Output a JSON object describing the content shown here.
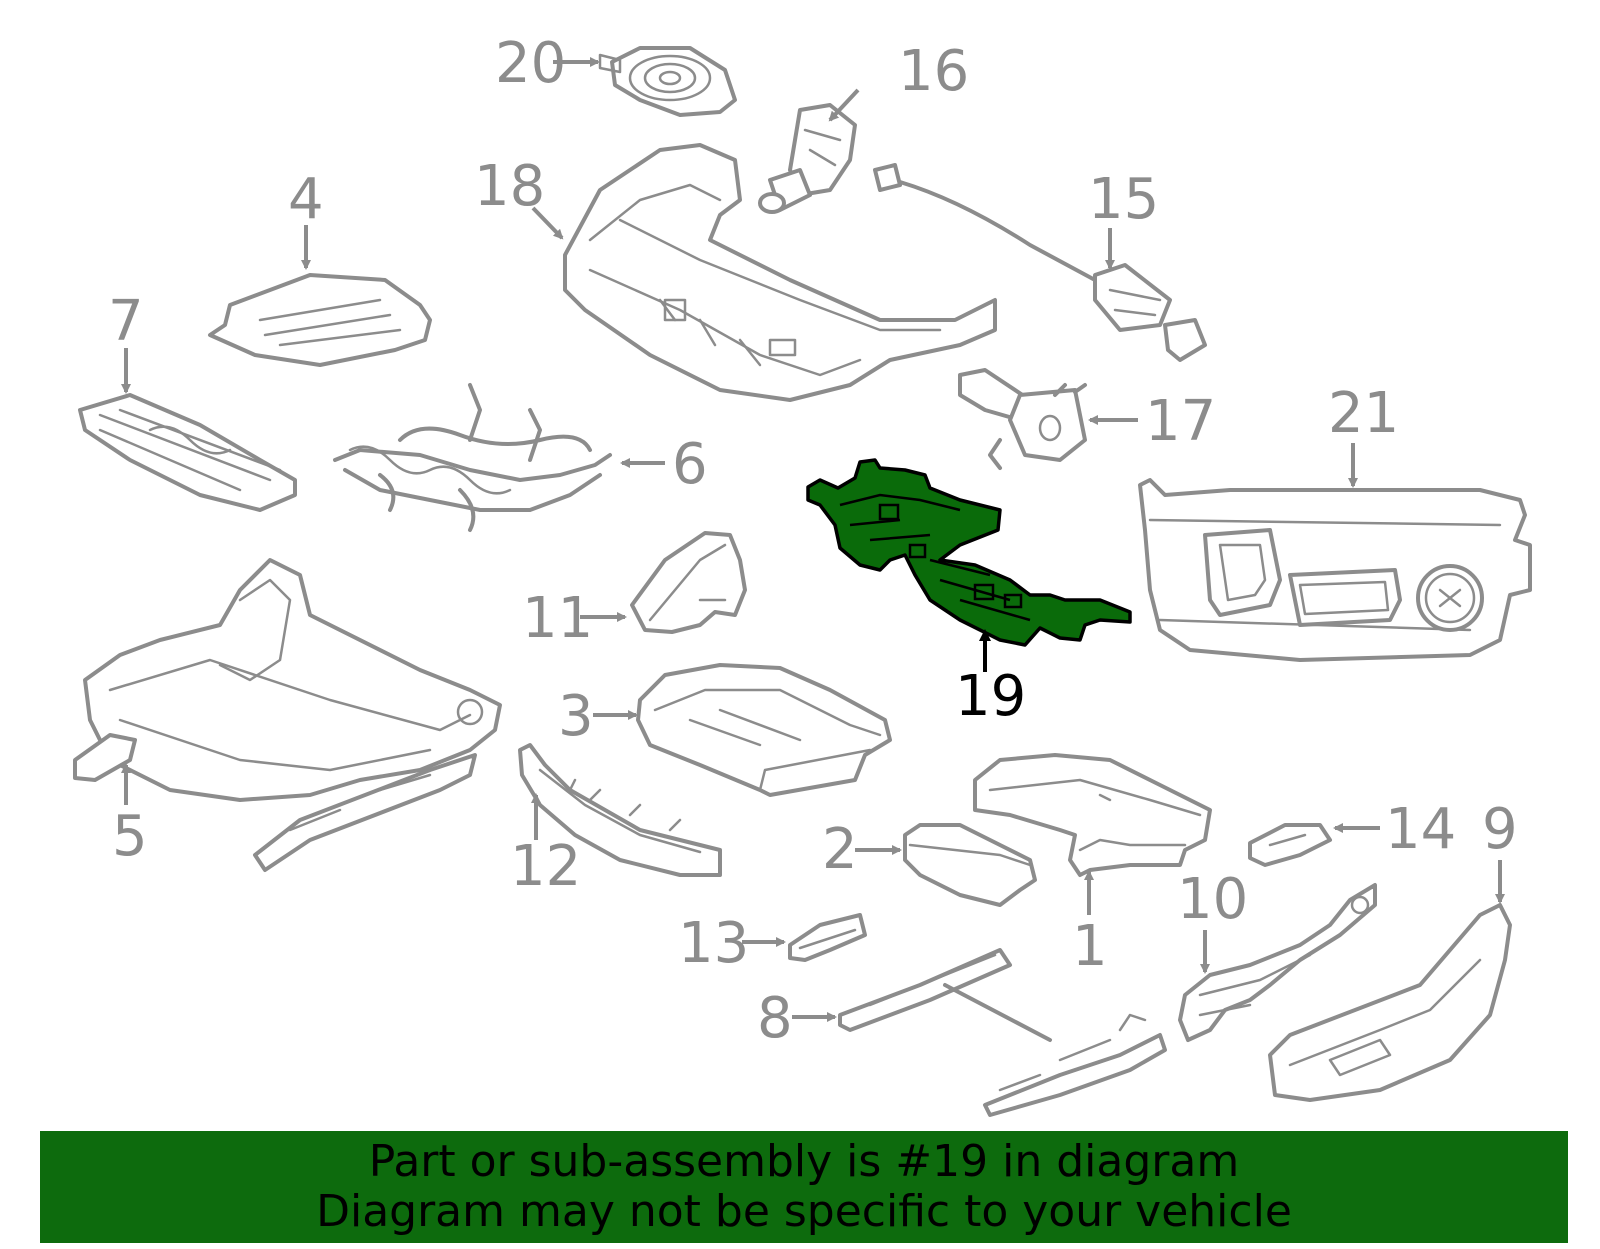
{
  "callouts": [
    {
      "id": "1",
      "text": "1"
    },
    {
      "id": "2",
      "text": "2"
    },
    {
      "id": "3",
      "text": "3"
    },
    {
      "id": "4",
      "text": "4"
    },
    {
      "id": "5",
      "text": "5"
    },
    {
      "id": "6",
      "text": "6"
    },
    {
      "id": "7",
      "text": "7"
    },
    {
      "id": "8",
      "text": "8"
    },
    {
      "id": "9",
      "text": "9"
    },
    {
      "id": "10",
      "text": "10"
    },
    {
      "id": "11",
      "text": "11"
    },
    {
      "id": "12",
      "text": "12"
    },
    {
      "id": "13",
      "text": "13"
    },
    {
      "id": "14",
      "text": "14"
    },
    {
      "id": "15",
      "text": "15"
    },
    {
      "id": "16",
      "text": "16"
    },
    {
      "id": "17",
      "text": "17"
    },
    {
      "id": "18",
      "text": "18"
    },
    {
      "id": "19",
      "text": "19"
    },
    {
      "id": "20",
      "text": "20"
    },
    {
      "id": "21",
      "text": "21"
    }
  ],
  "highlighted_part": "19",
  "colors": {
    "highlight_fill": "#0a6b0a",
    "banner": "#0d6b0d",
    "line": "#8c8c8c"
  },
  "banner": {
    "line1": "Part or sub-assembly is #19 in diagram",
    "line2": "Diagram may not be specific to your vehicle"
  }
}
